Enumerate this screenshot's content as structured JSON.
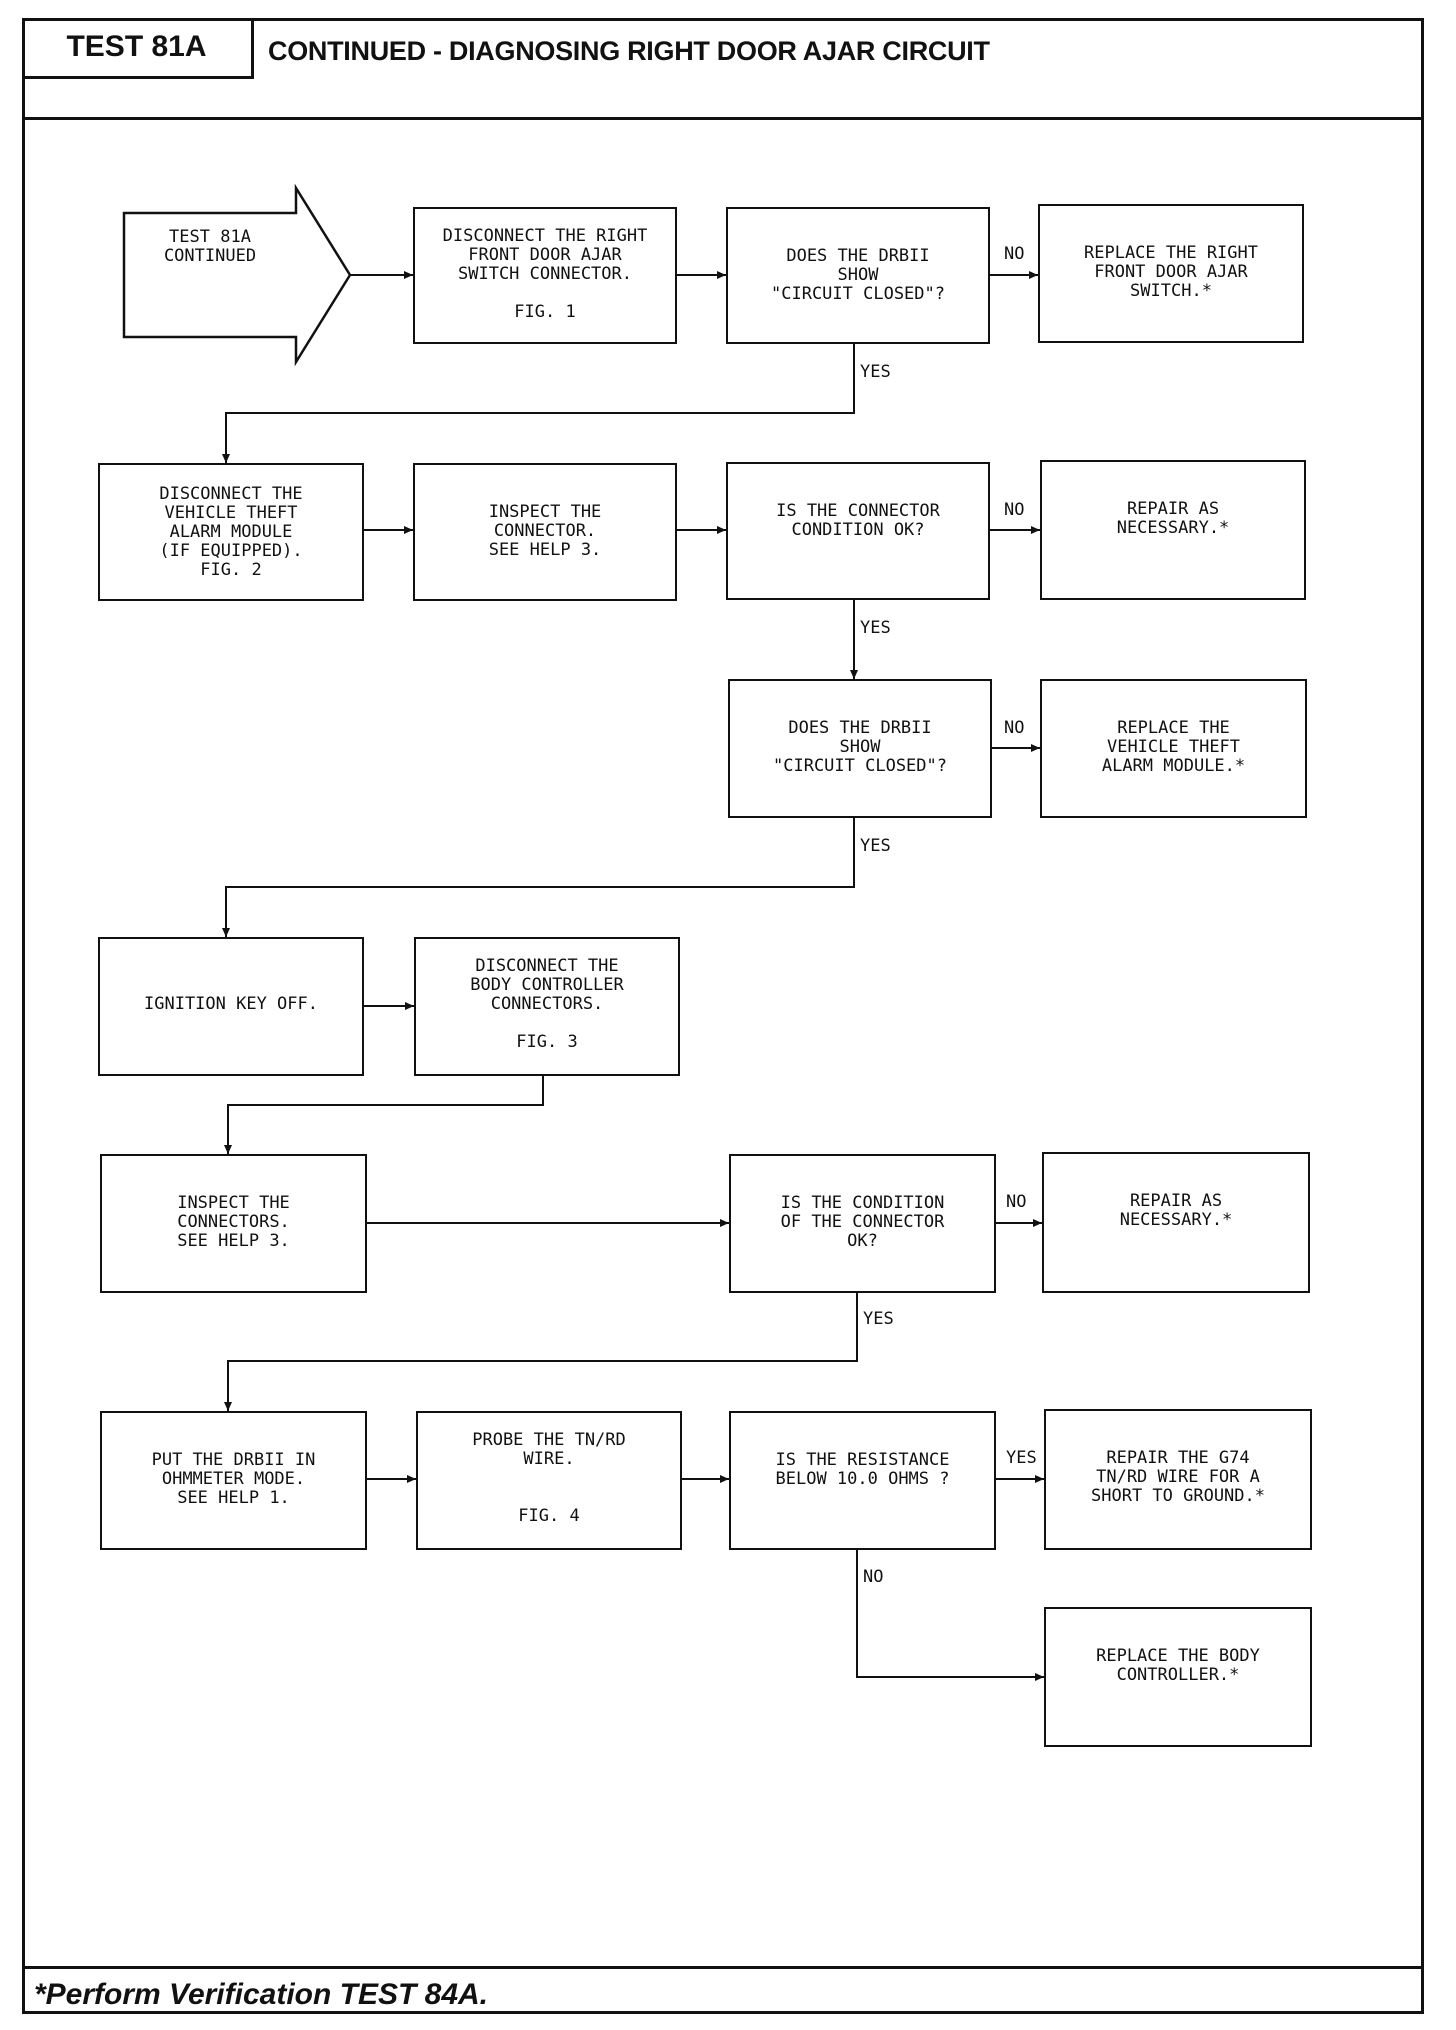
{
  "header": {
    "test_label": "TEST 81A",
    "title": "CONTINUED - DIAGNOSING RIGHT DOOR AJAR CIRCUIT"
  },
  "flowchart": {
    "start": "TEST 81A\nCONTINUED",
    "nodes": {
      "disconnect_switch": "DISCONNECT THE RIGHT\nFRONT DOOR AJAR\nSWITCH CONNECTOR.\n\nFIG. 1",
      "drbii_closed_1": "DOES THE DRBII\nSHOW\n\"CIRCUIT CLOSED\"?",
      "replace_switch": "REPLACE THE RIGHT\nFRONT DOOR AJAR\nSWITCH.*",
      "disconnect_vta": "DISCONNECT THE\nVEHICLE THEFT\nALARM MODULE\n(IF EQUIPPED).\nFIG. 2",
      "inspect_connector": "INSPECT THE\nCONNECTOR.\nSEE HELP 3.",
      "connector_ok": "IS THE CONNECTOR\nCONDITION OK?",
      "repair_1": "REPAIR AS\nNECESSARY.*",
      "drbii_closed_2": "DOES THE DRBII\nSHOW\n\"CIRCUIT CLOSED\"?",
      "replace_vta": "REPLACE THE\nVEHICLE THEFT\nALARM MODULE.*",
      "ignition_off": "IGNITION KEY OFF.",
      "disconnect_bcm": "DISCONNECT THE\nBODY CONTROLLER\nCONNECTORS.\n\nFIG. 3",
      "inspect_connectors": "INSPECT THE\nCONNECTORS.\nSEE HELP 3.",
      "condition_ok": "IS THE CONDITION\nOF THE CONNECTOR\nOK?",
      "repair_2": "REPAIR AS\nNECESSARY.*",
      "ohmmeter": "PUT THE DRBII IN\nOHMMETER MODE.\nSEE HELP 1.",
      "probe_wire": "PROBE THE TN/RD\nWIRE.\n\n\nFIG. 4",
      "resistance": "IS THE RESISTANCE\nBELOW 10.0 OHMS ?",
      "repair_wire": "REPAIR THE G74\nTN/RD WIRE FOR A\nSHORT TO GROUND.*",
      "replace_bcm": "REPLACE THE BODY\nCONTROLLER.*"
    },
    "labels": {
      "no": "NO",
      "yes": "YES"
    }
  },
  "footer": {
    "note": "*Perform Verification TEST 84A."
  }
}
